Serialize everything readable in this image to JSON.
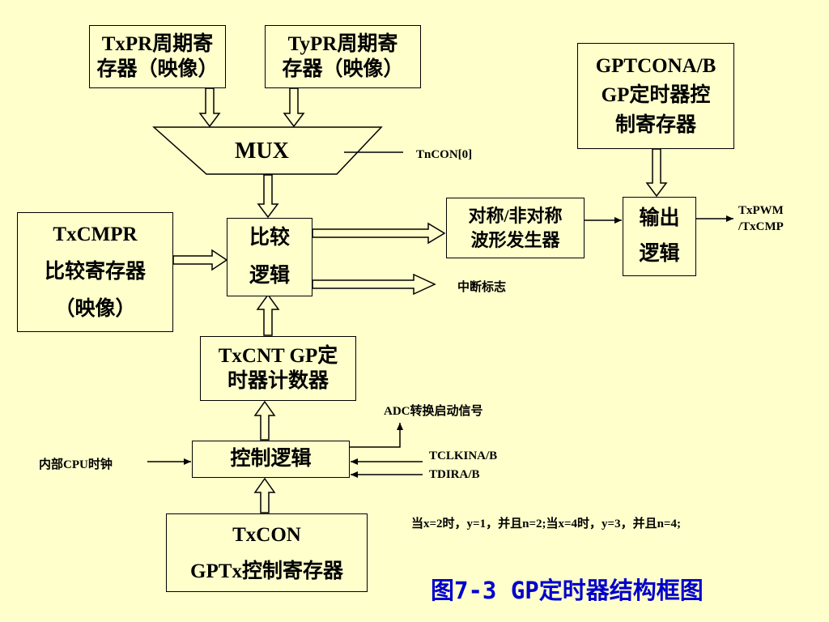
{
  "boxes": {
    "txpr": [
      "TxPR周期寄",
      "存器（映像）"
    ],
    "typr": [
      "TyPR周期寄",
      "存器（映像）"
    ],
    "mux": "MUX",
    "gptcon": [
      "GPTCONA/B",
      "GP定时器控",
      "制寄存器"
    ],
    "txcmpr": [
      "TxCMPR",
      "比较寄存器",
      "（映像）"
    ],
    "compare": [
      "比较",
      "逻辑"
    ],
    "waveform": [
      "对称/非对称",
      "波形发生器"
    ],
    "output": [
      "输出",
      "逻辑"
    ],
    "txcnt": [
      "TxCNT GP定",
      "时器计数器"
    ],
    "control": "控制逻辑",
    "txcon": [
      "TxCON",
      "GPTx控制寄存器"
    ]
  },
  "labels": {
    "tncon": "TnCON[0]",
    "txpwm": [
      "TxPWM",
      "/TxCMP"
    ],
    "interrupt": "中断标志",
    "adc": "ADC转换启动信号",
    "cpu_clock": "内部CPU时钟",
    "tclkin": "TCLKINA/B",
    "tdir": "TDIRA/B",
    "note": "当x=2时，y=1，并且n=2;当x=4时，y=3，并且n=4;"
  },
  "caption": "图7-3 GP定时器结构框图"
}
